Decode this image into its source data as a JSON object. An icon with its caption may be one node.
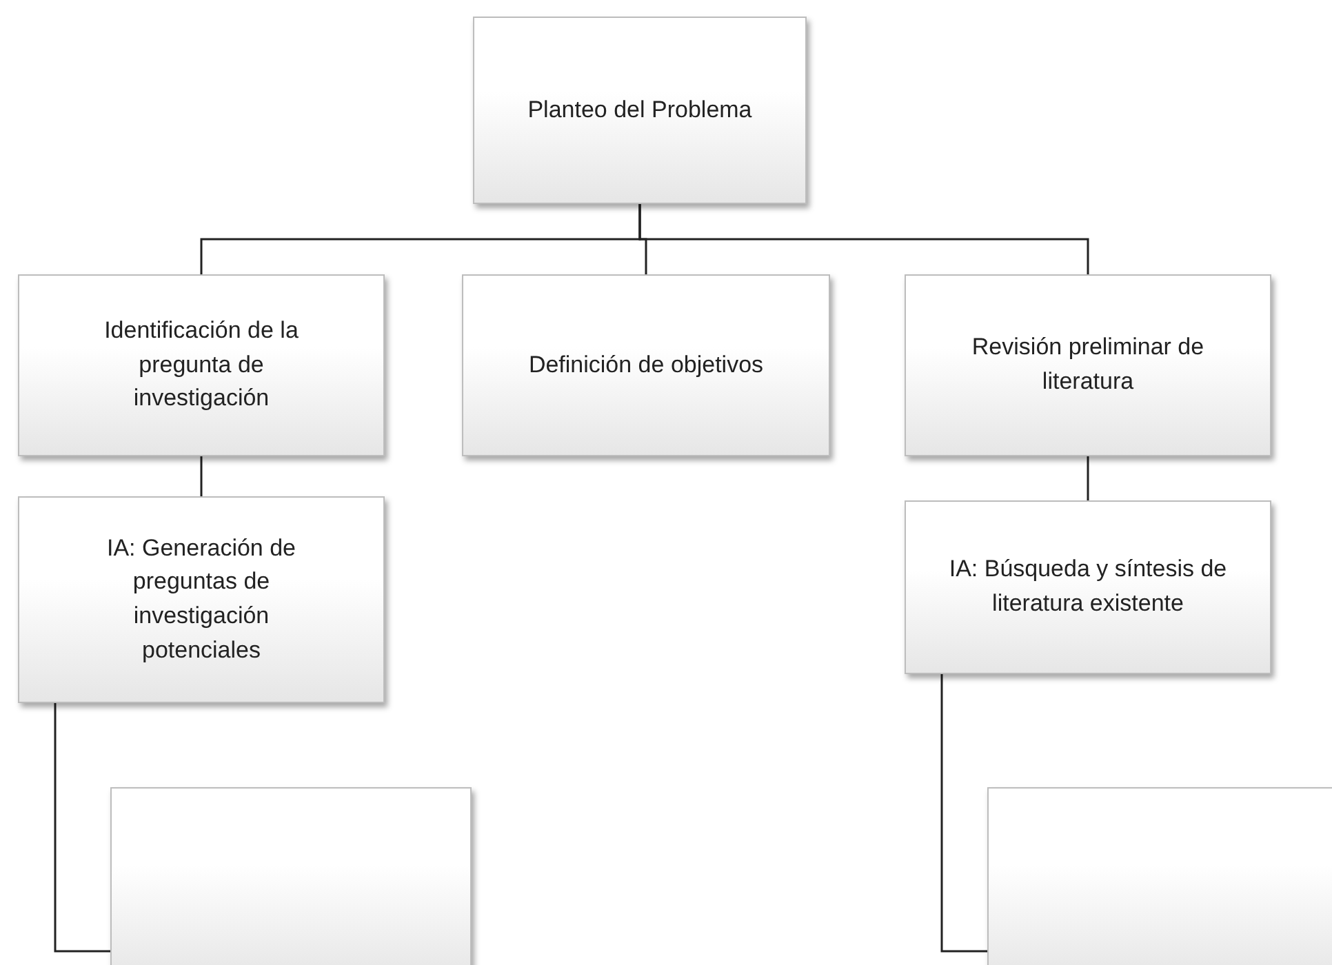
{
  "diagram": {
    "nodes": [
      {
        "text": [
          "Planteo del Problema"
        ]
      },
      {
        "text": [
          "Identificación de la pregunta de investigación"
        ]
      },
      {
        "text": [
          "Definición de objetivos"
        ]
      },
      {
        "text": [
          "Revisión preliminar de literatura"
        ]
      },
      {
        "text": [
          "IA: Generación de preguntas de investigación potenciales"
        ]
      },
      {
        "text": [
          "IA: Búsqueda y síntesis de literatura existente"
        ]
      },
      {
        "text": [],
        "shape": "box"
      },
      {
        "text": [],
        "shape": "box"
      }
    ],
    "edges": [
      {
        "from": 0,
        "to": 1,
        "arrow": "none"
      },
      {
        "from": 0,
        "to": 2,
        "arrow": "none"
      },
      {
        "from": 0,
        "to": 3,
        "arrow": "none"
      },
      {
        "from": 1,
        "to": 4,
        "arrow": "none"
      },
      {
        "from": 3,
        "to": 5,
        "arrow": "none"
      },
      {
        "from": 4,
        "to": 6,
        "arrow": "none"
      },
      {
        "from": 5,
        "to": 7,
        "arrow": "none"
      }
    ]
  }
}
